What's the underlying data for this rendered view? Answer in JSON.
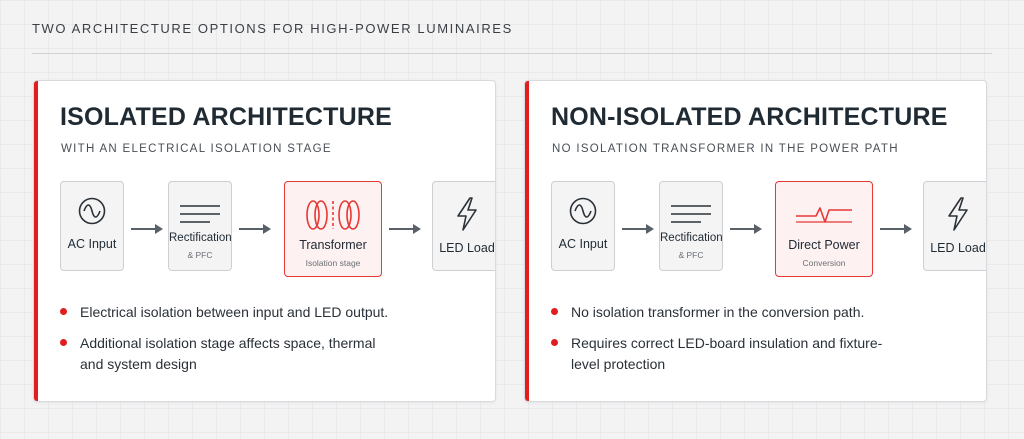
{
  "page": {
    "heading": "TWO ARCHITECTURE OPTIONS FOR HIGH-POWER LUMINAIRES"
  },
  "colors": {
    "accent": "#e11d1d",
    "text": "#1f2a33",
    "node_bg": "#f4f4f5",
    "highlight_bg": "#fdf1f1"
  },
  "isolated": {
    "title": "ISOLATED ARCHITECTURE",
    "subtitle": "WITH AN ELECTRICAL ISOLATION STAGE",
    "nodes": [
      {
        "label": "AC Input",
        "sublabel": "",
        "icon": "ac-sine-icon"
      },
      {
        "label": "Rectification",
        "sublabel": "& PFC",
        "icon": "rectification-lines-icon"
      },
      {
        "label": "Transformer",
        "sublabel": "Isolation stage",
        "icon": "transformer-coils-icon"
      },
      {
        "label": "LED Load",
        "sublabel": "",
        "icon": "lightning-icon"
      }
    ],
    "bullets": [
      "Electrical isolation between input and LED output.",
      "Additional isolation stage affects space, thermal and system design"
    ]
  },
  "non_isolated": {
    "title": "NON-ISOLATED ARCHITECTURE",
    "subtitle": "NO ISOLATION TRANSFORMER IN THE POWER PATH",
    "nodes": [
      {
        "label": "AC Input",
        "sublabel": "",
        "icon": "ac-sine-icon"
      },
      {
        "label": "Rectification",
        "sublabel": "& PFC",
        "icon": "rectification-lines-icon"
      },
      {
        "label": "Direct Power",
        "sublabel": "Conversion",
        "icon": "direct-conversion-icon"
      },
      {
        "label": "LED Load",
        "sublabel": "",
        "icon": "lightning-icon"
      }
    ],
    "bullets": [
      "No isolation transformer in the conversion path.",
      "Requires correct LED-board insulation and fixture-level protection"
    ]
  }
}
